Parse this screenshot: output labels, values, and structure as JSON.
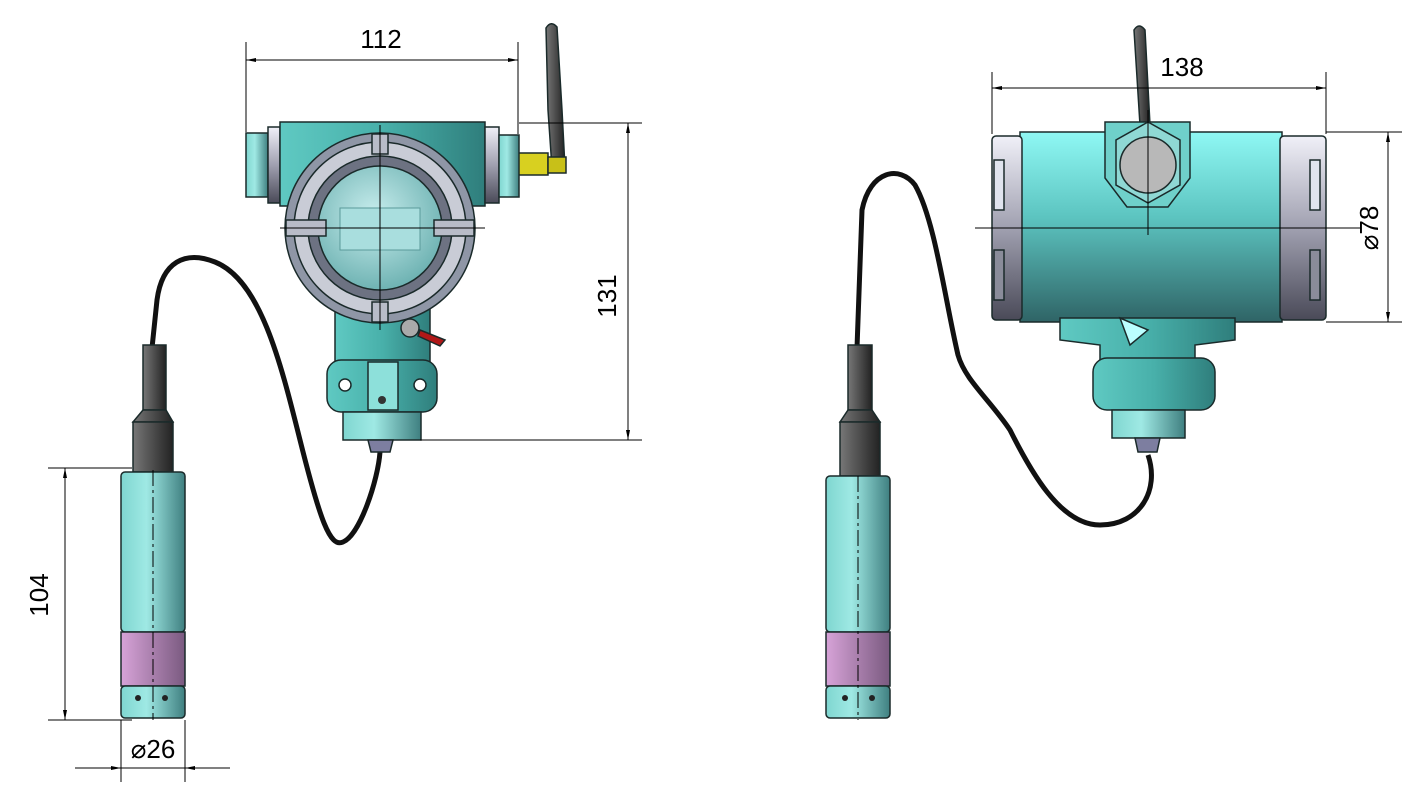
{
  "title": "Wireless submersible level transmitter dimension drawing",
  "front_view": {
    "width_label": "112",
    "height_label": "131",
    "probe_length_label": "104",
    "probe_diameter_label": "⌀26"
  },
  "side_view": {
    "width_label": "138",
    "housing_diameter_label": "⌀78"
  },
  "colors": {
    "body_light": "#8ff4f0",
    "body_dark": "#2f6b6b",
    "band": "#c58fc8",
    "antenna": "#1a1a1a",
    "connector": "#d8d020"
  }
}
